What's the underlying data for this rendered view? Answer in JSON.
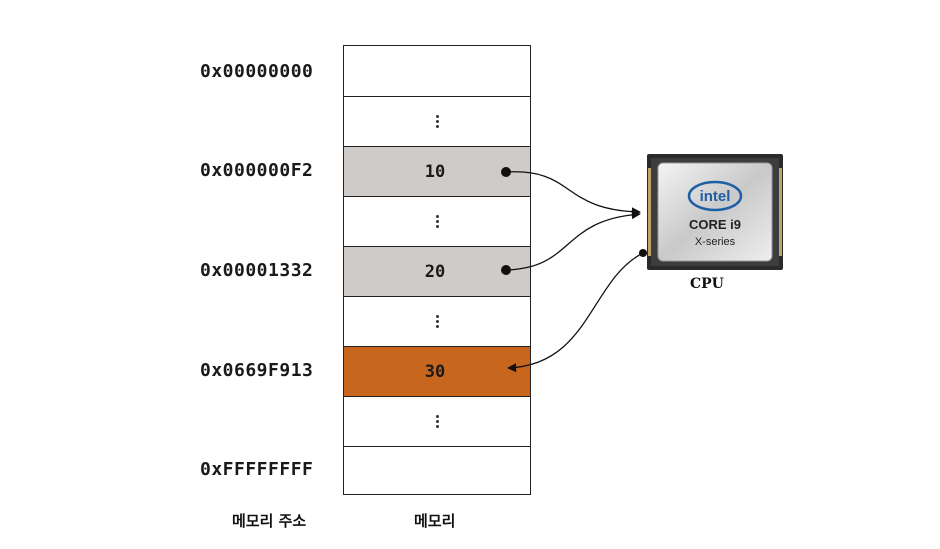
{
  "addresses": [
    {
      "label": "0x00000000"
    },
    {
      "label": "0x000000F2"
    },
    {
      "label": "0x00001332"
    },
    {
      "label": "0x0669F913"
    },
    {
      "label": "0xFFFFFFFF"
    }
  ],
  "memory_cells": [
    {
      "value": "",
      "kind": "empty"
    },
    {
      "value": "",
      "kind": "ellipsis"
    },
    {
      "value": "10",
      "kind": "gray"
    },
    {
      "value": "",
      "kind": "ellipsis"
    },
    {
      "value": "20",
      "kind": "gray"
    },
    {
      "value": "",
      "kind": "ellipsis"
    },
    {
      "value": "30",
      "kind": "orange"
    },
    {
      "value": "",
      "kind": "ellipsis"
    },
    {
      "value": "",
      "kind": "empty"
    }
  ],
  "captions": {
    "address_column": "메모리 주소",
    "memory_column": "메모리"
  },
  "cpu": {
    "label": "CPU",
    "chip_brand": "intel",
    "chip_model": "CORE i9",
    "chip_series": "X-series"
  },
  "colors": {
    "gray_cell": "#cfcbc9",
    "orange_cell": "#c8661e",
    "intel_blue": "#1f5fa5"
  }
}
